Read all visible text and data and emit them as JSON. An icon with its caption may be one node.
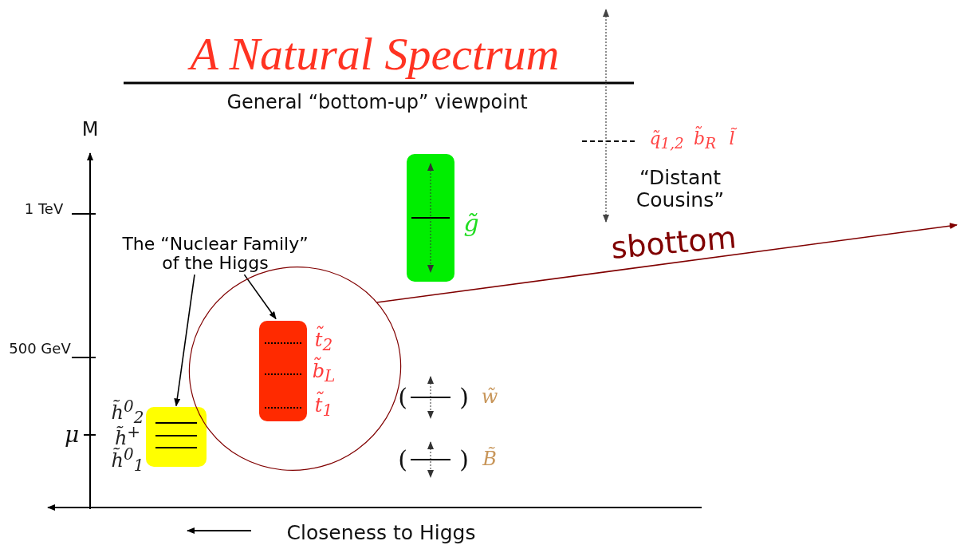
{
  "diagram": {
    "title": "A Natural Spectrum",
    "nodes": [
      {
        "text": [
          "The “Nuclear Family” of the Higgs"
        ]
      },
      {
        "text": [],
        "shape": "box",
        "beside": [
          "h̃$^{0}$$_{2}$",
          "h̃$^{+}$",
          "h̃$^{0}$$_{1}$"
        ]
      },
      {
        "text": [],
        "shape": "circle"
      },
      {
        "text": [],
        "shape": "box",
        "beside": [
          "t̃$_{2}$",
          "b̃$_{L}$",
          "t̃$_{1}$"
        ],
        "in": 2
      },
      {
        "text": [],
        "shape": "box",
        "beside": [
          "g̃"
        ]
      }
    ],
    "edges": [
      {
        "from": 0,
        "to": 1,
        "arrow": "to"
      },
      {
        "from": 0,
        "to": 3,
        "arrow": "to"
      },
      {
        "from": 2,
        "to": null,
        "arrow": "to",
        "label": "sbottom",
        "color": "#800000"
      }
    ],
    "labels": [
      "General “bottom-up” viewpoint",
      "M",
      "1 TeV",
      "500 GeV",
      "μ",
      "q̃$_{1,2}$",
      "b̃$_{R}$",
      "l̃",
      "“Distant Cousins”",
      "(",
      ")",
      "w̃",
      "(",
      ")",
      "B̃",
      "Closeness to Higgs"
    ]
  }
}
